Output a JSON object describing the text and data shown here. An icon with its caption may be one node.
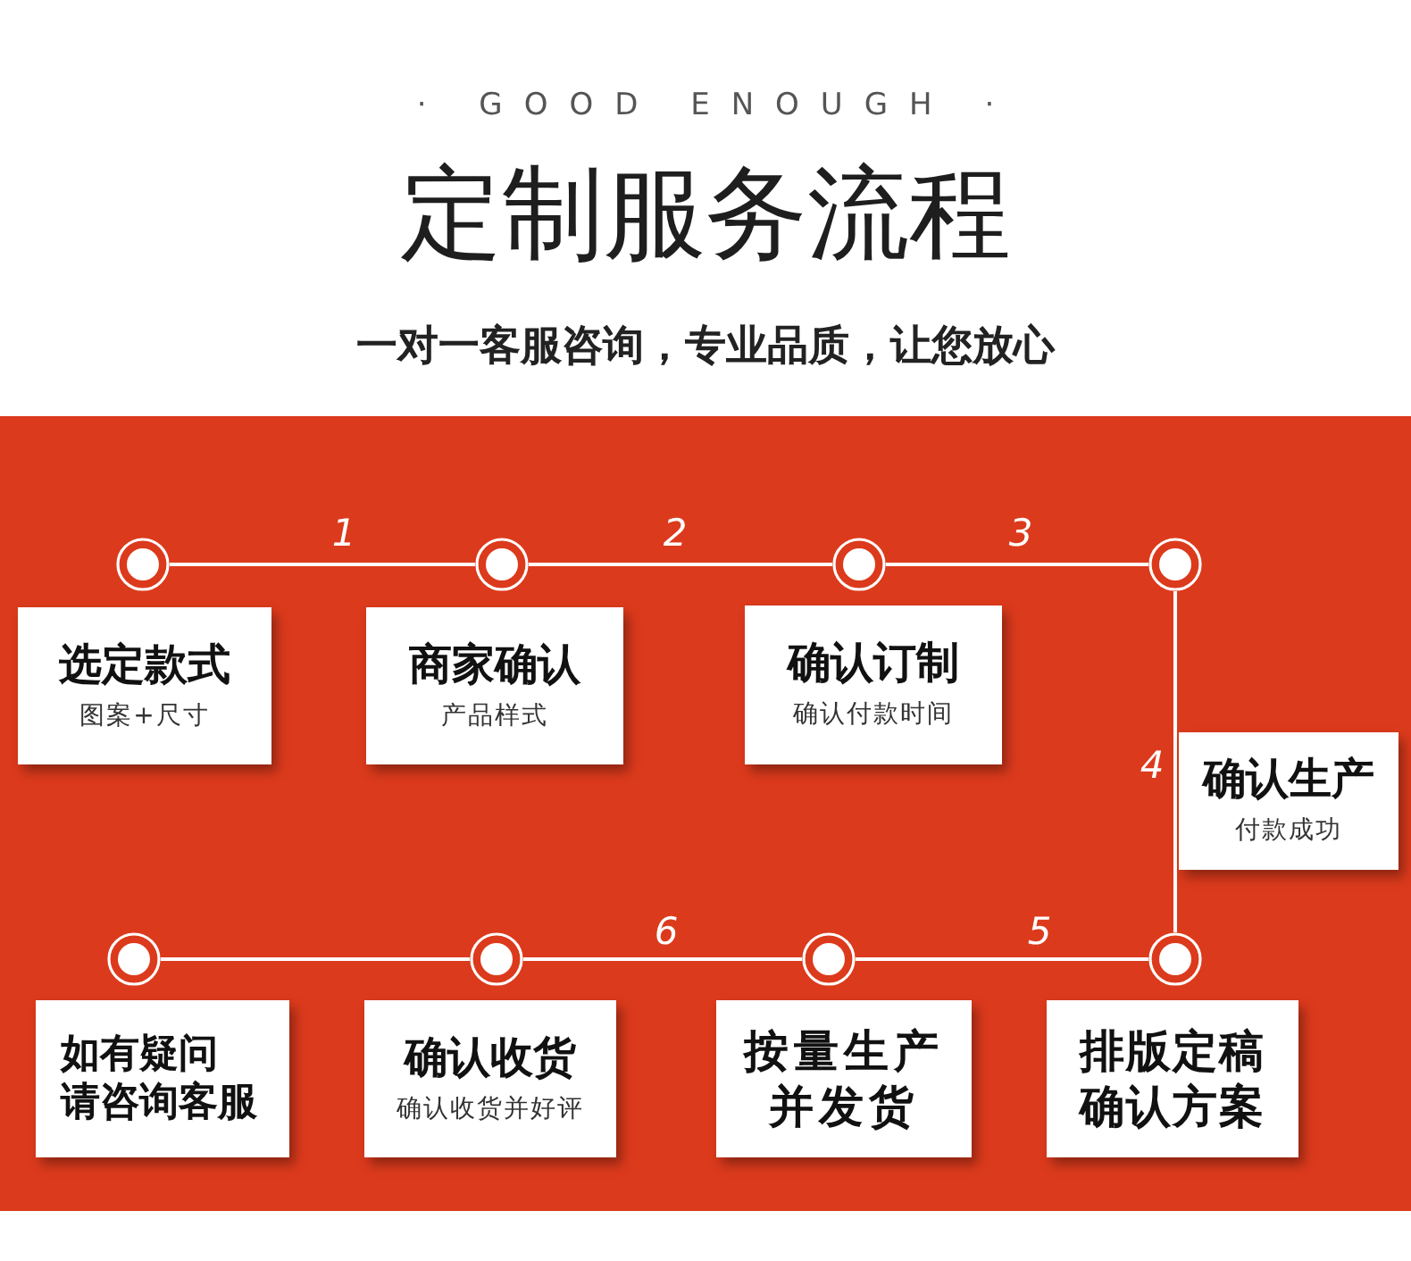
{
  "diagram": {
    "title": "定制服务流程",
    "nodes": [
      {
        "text": [],
        "shape": "circle"
      },
      {
        "text": [],
        "shape": "circle"
      },
      {
        "text": [],
        "shape": "circle"
      },
      {
        "text": [],
        "shape": "circle"
      },
      {
        "text": [
          "选定款式",
          "图案+尺寸"
        ]
      },
      {
        "text": [
          "商家确认",
          "产品样式"
        ]
      },
      {
        "text": [
          "确认订制",
          "确认付款时间"
        ]
      },
      {
        "text": [
          "确认生产",
          "付款成功"
        ]
      },
      {
        "text": [],
        "shape": "circle"
      },
      {
        "text": [],
        "shape": "circle"
      },
      {
        "text": [],
        "shape": "circle"
      },
      {
        "text": [],
        "shape": "circle"
      },
      {
        "text": [
          "如有疑问",
          "请咨询客服"
        ]
      },
      {
        "text": [
          "确认收货",
          "确认收货并好评"
        ]
      },
      {
        "text": [
          "按量生产并发货"
        ]
      },
      {
        "text": [
          "排版定稿确认方案"
        ]
      }
    ],
    "edges": [
      {
        "from": 0,
        "to": 1,
        "arrow": "none",
        "label": "1"
      },
      {
        "from": 1,
        "to": 2,
        "arrow": "none",
        "label": "2"
      },
      {
        "from": 2,
        "to": 3,
        "arrow": "none",
        "label": "3"
      },
      {
        "from": 3,
        "to": 11,
        "arrow": "none",
        "label": "4"
      },
      {
        "from": 11,
        "to": 10,
        "arrow": "none",
        "label": "5"
      },
      {
        "from": 10,
        "to": 9,
        "arrow": "none",
        "label": "6"
      },
      {
        "from": 9,
        "to": 8,
        "arrow": "none"
      }
    ],
    "labels": [
      "· GOOD ENOUGH ·",
      "一对一客服咨询，专业品质，让您放心"
    ]
  }
}
